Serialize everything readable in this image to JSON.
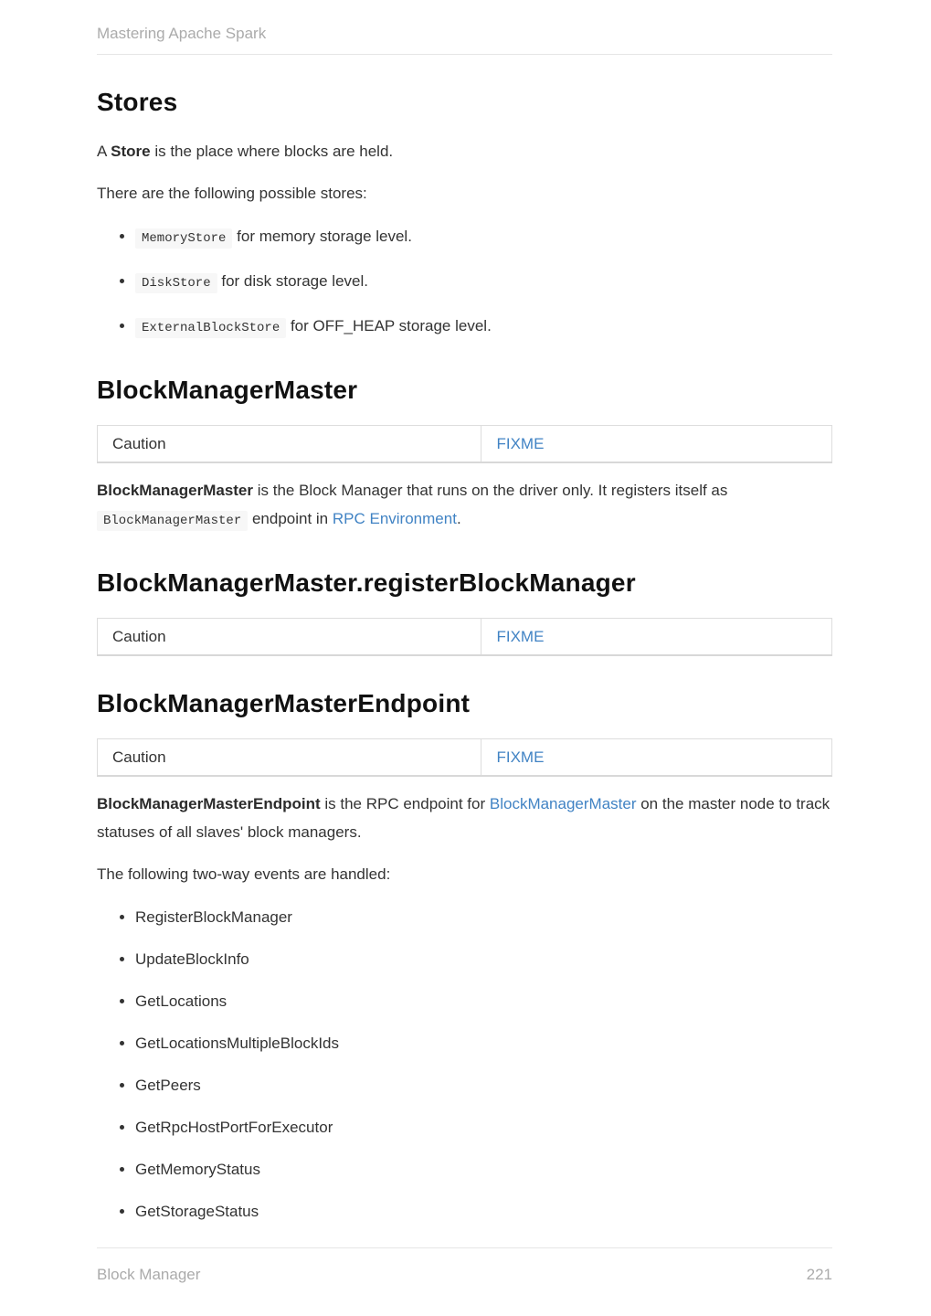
{
  "header": {
    "book_title": "Mastering Apache Spark"
  },
  "colors": {
    "link_blue": "#4183c4",
    "muted_gray": "#ababab",
    "code_background": "#f7f7f7",
    "table_border": "#dddddd"
  },
  "sections": {
    "stores": {
      "heading": "Stores",
      "intro_prefix": "A ",
      "intro_bold": "Store",
      "intro_suffix": " is the place where blocks are held.",
      "list_intro": "There are the following possible stores:",
      "items": [
        {
          "code": "MemoryStore",
          "text": " for memory storage level."
        },
        {
          "code": "DiskStore",
          "text": " for disk storage level."
        },
        {
          "code": "ExternalBlockStore",
          "text": " for OFF_HEAP storage level."
        }
      ]
    },
    "block_manager_master": {
      "heading": "BlockManagerMaster",
      "caution": {
        "label": "Caution",
        "link": "FIXME"
      },
      "para": {
        "bold": "BlockManagerMaster",
        "text1": " is the Block Manager that runs on the driver only. It registers itself as ",
        "code": "BlockManagerMaster",
        "text2": " endpoint in ",
        "link": "RPC Environment",
        "text3": "."
      }
    },
    "register_block_manager": {
      "heading": "BlockManagerMaster.registerBlockManager",
      "caution": {
        "label": "Caution",
        "link": "FIXME"
      }
    },
    "endpoint": {
      "heading": "BlockManagerMasterEndpoint",
      "caution": {
        "label": "Caution",
        "link": "FIXME"
      },
      "para": {
        "bold": "BlockManagerMasterEndpoint",
        "text1": " is the RPC endpoint for ",
        "link": "BlockManagerMaster",
        "text2": " on the master node to track statuses of all slaves' block managers."
      },
      "events_intro": "The following two-way events are handled:",
      "events": [
        "RegisterBlockManager",
        "UpdateBlockInfo",
        "GetLocations",
        "GetLocationsMultipleBlockIds",
        "GetPeers",
        "GetRpcHostPortForExecutor",
        "GetMemoryStatus",
        "GetStorageStatus"
      ]
    }
  },
  "footer": {
    "left": "Block Manager",
    "page_number": "221"
  }
}
